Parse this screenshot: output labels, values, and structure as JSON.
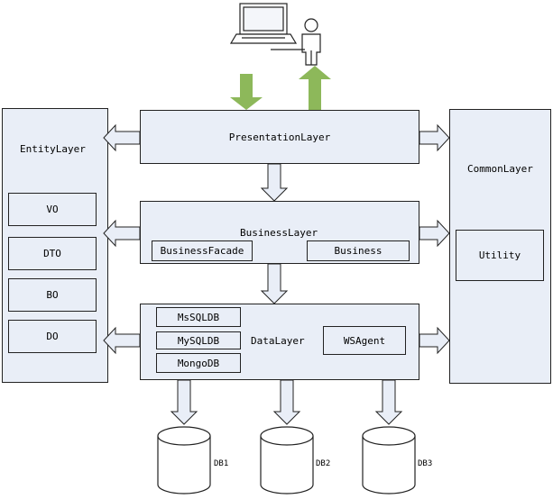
{
  "presentation": {
    "label": "PresentationLayer"
  },
  "business": {
    "label": "BusinessLayer",
    "facade": "BusinessFacade",
    "business": "Business"
  },
  "data": {
    "label": "DataLayer",
    "mssql": "MsSQLDB",
    "mysql": "MySQLDB",
    "mongo": "MongoDB",
    "wsagent": "WSAgent"
  },
  "entity": {
    "label": "EntityLayer",
    "items": [
      "VO",
      "DTO",
      "BO",
      "DO"
    ]
  },
  "common": {
    "label": "CommonLayer",
    "utility": "Utility"
  },
  "databases": [
    "DB1",
    "DB2",
    "DB3"
  ],
  "colors": {
    "box_fill": "#e9eef7",
    "arrow_fill": "#e9eef7",
    "green_arrow": "#8db85a",
    "stroke": "#222222"
  },
  "icons": [
    "laptop-icon",
    "user-icon"
  ]
}
